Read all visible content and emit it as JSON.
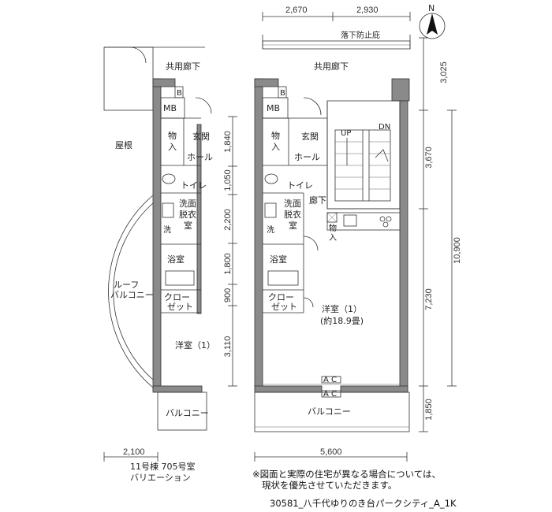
{
  "compass": {
    "label": "N"
  },
  "top_dims": [
    "2,670",
    "2,930"
  ],
  "right_dims": [
    "3,025",
    "3,670",
    "10,900",
    "7,230",
    "1,850"
  ],
  "left_unit_dims": [
    "1,840",
    "1,050",
    "2,200",
    "1,800",
    "900",
    "3,110"
  ],
  "bottom_dims": {
    "variation": "2,100",
    "main": "5,600"
  },
  "fall_prevention": "落下防止庇",
  "variation_plan": {
    "corridor": "共用廊下",
    "b": "B",
    "mb": "MB",
    "storage": "物入",
    "entrance": "玄関",
    "hall": "ホール",
    "toilet": "トイレ",
    "washroom": "洗面脱衣室",
    "wash": "洗",
    "bath": "浴室",
    "closet": "クローゼット",
    "room": "洋室（1）",
    "roof": "屋根",
    "roof_balcony": "ルーフバルコニー",
    "balcony": "バルコニー",
    "caption_line1": "11号棟 705号室",
    "caption_line2": "バリエーション"
  },
  "main_plan": {
    "corridor": "共用廊下",
    "b": "B",
    "mb": "MB",
    "storage": "物入",
    "entrance": "玄関",
    "hall": "ホール",
    "toilet": "トイレ",
    "hallway": "廊下",
    "washroom": "洗面脱衣室",
    "wash": "洗",
    "bath": "浴室",
    "closet": "クローゼット",
    "storage2": "物入",
    "room": "洋室（1）",
    "room_area": "(約18.9畳)",
    "up": "UP",
    "dn": "DN",
    "ac1": "A C",
    "ac2": "A C",
    "balcony": "バルコニー"
  },
  "notes": {
    "line1": "※図面と実際の住宅が異なる場合については、",
    "line2": "現状を優先させていただきます。",
    "code": "30581_八千代ゆりのき台パークシティ_A_1K"
  }
}
